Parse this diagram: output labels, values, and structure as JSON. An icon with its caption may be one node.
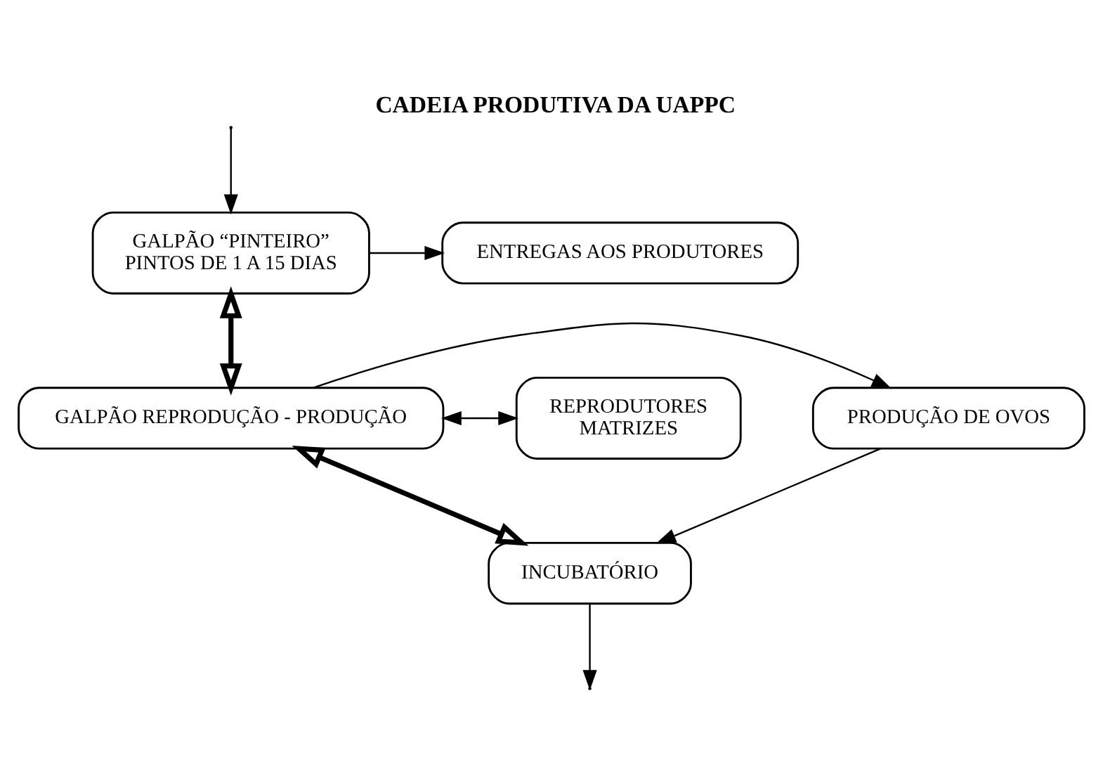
{
  "diagram": {
    "title": "CADEIA PRODUTIVA DA UAPPC",
    "nodes": [
      {
        "text": [
          "GALPÃO “PINTEIRO”",
          "PINTOS DE 1 A 15 DIAS"
        ]
      },
      {
        "text": [
          "ENTREGAS AOS PRODUTORES"
        ]
      },
      {
        "text": [
          "PRODUÇÃO DE OVOS"
        ]
      },
      {
        "text": [
          "GALPÃO REPRODUÇÃO - PRODUÇÃO"
        ]
      },
      {
        "text": [
          "REPRODUTORES",
          "MATRIZES"
        ]
      },
      {
        "text": [
          "INCUBATÓRIO"
        ]
      }
    ],
    "edges": [
      {
        "from": 0,
        "to": 1,
        "arrow": "to"
      },
      {
        "from": 0,
        "to": 3,
        "arrow": "both",
        "style": "thick"
      },
      {
        "from": 3,
        "to": 2,
        "arrow": "to"
      },
      {
        "from": 3,
        "to": 4,
        "arrow": "both"
      },
      {
        "from": 3,
        "to": 5,
        "arrow": "both",
        "style": "thick"
      },
      {
        "from": 2,
        "to": 5,
        "arrow": "to"
      },
      {
        "from": 5,
        "to": null,
        "arrow": "to"
      },
      {
        "from": null,
        "to": 0,
        "arrow": "to"
      }
    ]
  }
}
